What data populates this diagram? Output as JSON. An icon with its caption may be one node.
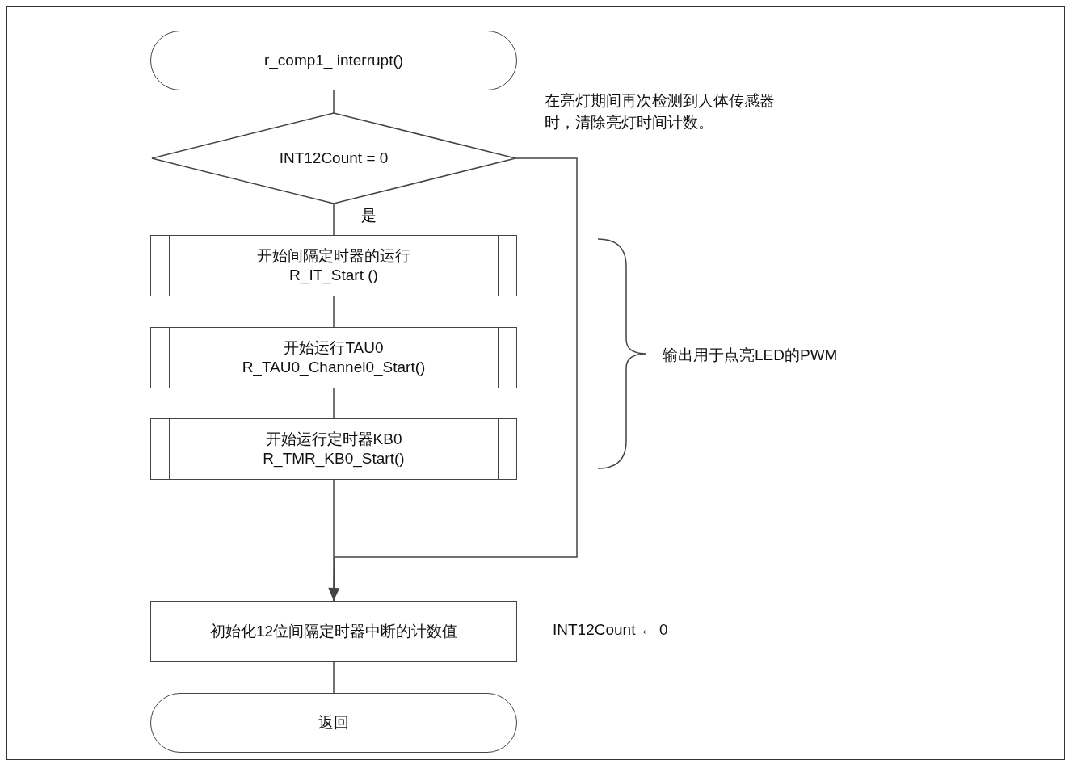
{
  "diagram": {
    "nodes": [
      {
        "text": [
          "r_comp1_ interrupt()"
        ]
      },
      {
        "text": [
          "INT12Count = 0"
        ]
      },
      {
        "text": [
          "开始间隔定时器的运行",
          "R_IT_Start ()"
        ]
      },
      {
        "text": [
          "开始运行TAU0",
          "R_TAU0_Channel0_Start()"
        ]
      },
      {
        "text": [
          "开始运行定时器KB0",
          "R_TMR_KB0_Start()"
        ]
      },
      {
        "text": [
          "初始化12位间隔定时器中断的计数值"
        ],
        "beside": [
          "INT12Count ← 0"
        ]
      },
      {
        "text": [
          "返回"
        ]
      }
    ],
    "edges": [
      {
        "from": 0,
        "to": 1,
        "arrow": "none"
      },
      {
        "from": 1,
        "to": 2,
        "arrow": "none",
        "label": "是"
      },
      {
        "from": 2,
        "to": 3,
        "arrow": "none"
      },
      {
        "from": 3,
        "to": 4,
        "arrow": "none"
      },
      {
        "from": 4,
        "to": 5,
        "arrow": "none"
      },
      {
        "from": 1,
        "to": 5,
        "arrow": "to"
      },
      {
        "from": 5,
        "to": 6,
        "arrow": "none"
      }
    ],
    "labels": [
      "在亮灯期间再次检测到人体传感器时，清除亮灯时间计数。",
      "输出用于点亮LED的PWM"
    ]
  }
}
